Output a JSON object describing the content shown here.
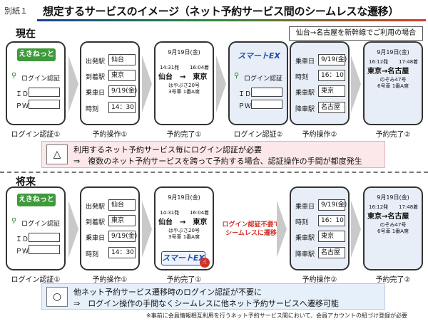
{
  "header": {
    "betsu": "別紙１",
    "title": "想定するサービスのイメージ（ネット予約サービス間のシームレスな遷移）"
  },
  "current": {
    "label": "現在",
    "note": "仙台→名古屋を新幹線でご利用の場合"
  },
  "future": {
    "label": "将来"
  },
  "login": {
    "eki_logo": "えきねっと",
    "smart_logo": "スマートEX",
    "login_label": "ログイン認証",
    "id_label": "ＩＤ",
    "pw_label": "ＰＷ"
  },
  "op1": {
    "dep_label": "出発駅",
    "dep_value": "仙台",
    "arr_label": "到着駅",
    "arr_value": "東京",
    "date_label": "乗車日",
    "date_value": "9/19(金)",
    "time_label": "時刻",
    "time_value": "14：30"
  },
  "done1": {
    "date": "9月19日(金)",
    "dep_time": "14:31発",
    "arr_time": "16:04着",
    "route": "仙台　→　東京",
    "train": "はやぶさ20号",
    "seat": "3号車 1番A席"
  },
  "op2": {
    "date_label": "乗車日",
    "date_value": "9/19(金)",
    "time_label": "時刻",
    "time_value": "16：10",
    "board_label": "乗車駅",
    "board_value": "東京",
    "alight_label": "降車駅",
    "alight_value": "名古屋"
  },
  "done2": {
    "date": "9月19日(金)",
    "dep_time": "16:12発",
    "arr_time": "17:48着",
    "route": "東京→名古屋",
    "train": "のぞみ47号",
    "seat": "6号車 1番A席"
  },
  "captions": {
    "login1": "ログイン認証①",
    "op1": "予約操作①",
    "done1": "予約完了①",
    "login2": "ログイン認証②",
    "op2": "予約操作②",
    "done2": "予約完了②"
  },
  "banner1": {
    "symbol": "△",
    "line1": "利用するネット予約サービス毎にログイン認証が必要",
    "line2": "⇒　複数のネット予約サービスを跨って予約する場合、認証操作の手間が都度発生"
  },
  "transition": {
    "line1": "ログイン認証不要で",
    "line2": "シームレスに遷移"
  },
  "banner2": {
    "symbol": "○",
    "line1": "他ネット予約サービス遷移時のログイン認証が不要に",
    "line2": "⇒　ログイン操作の手間なくシームレスに他ネット予約サービスへ遷移可能"
  },
  "footnote": "※事前に会員情報相互利用を行うネット予約サービス間において、会員アカウントの紐づけ登録が必要",
  "colors": {
    "accent_blue": "#1a3f8f",
    "accent_green": "#2a8a3a",
    "accent_red": "#d63a2a",
    "eki_green": "#3e9a3a",
    "smart_blue": "#1a4ea8"
  }
}
